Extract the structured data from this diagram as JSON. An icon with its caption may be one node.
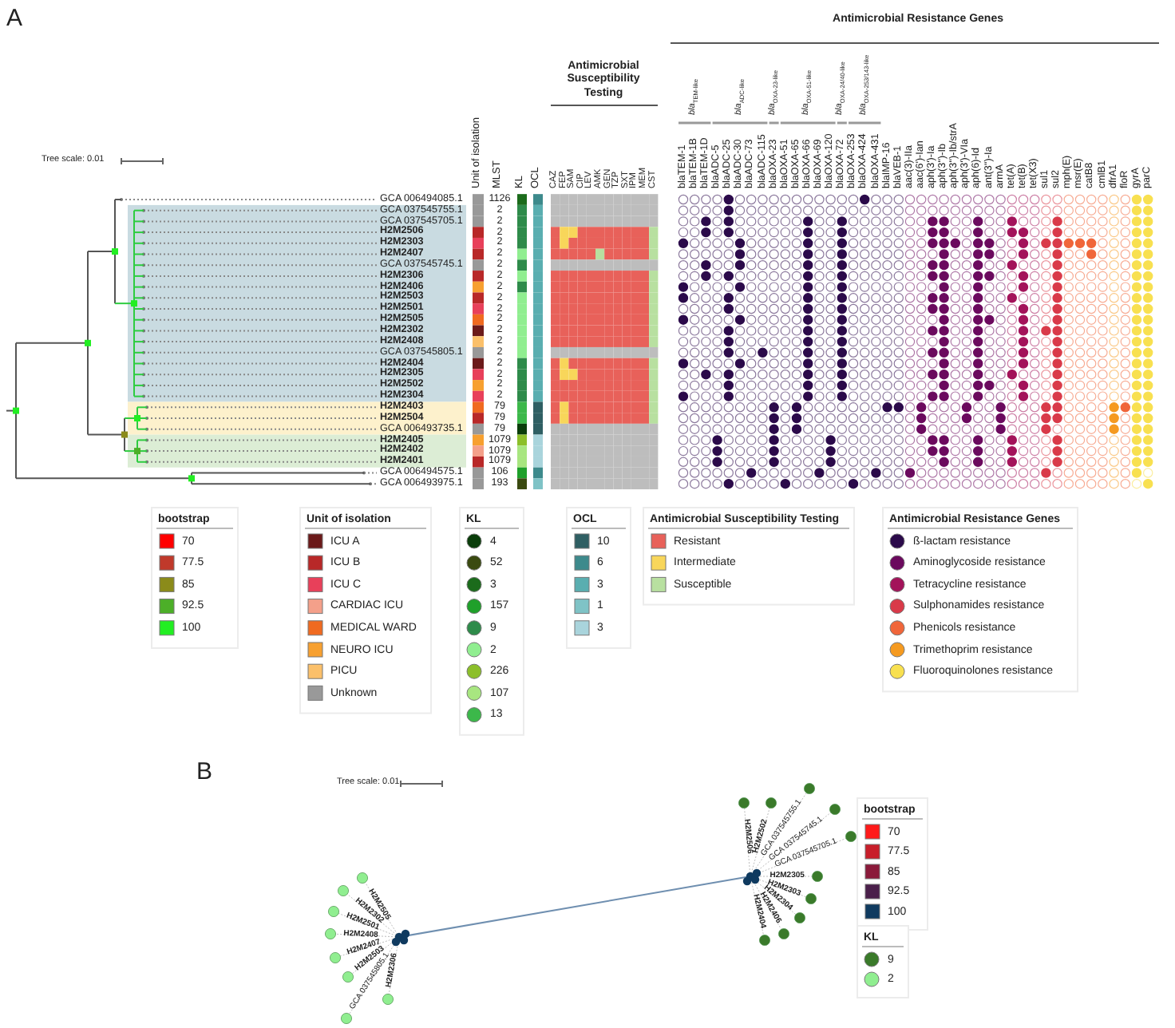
{
  "diagram": {
    "labels": [
      "A",
      "Tree scale: 0.01",
      "Antimicrobial Resistance Genes",
      "*bla*$_{TEM-like}$",
      "*bla*$_{ADC-like}$",
      "*bla*$_{OXA-23-like}$",
      "*bla*$_{OXA-51-like}$",
      "*bla*$_{OXA-24/40-like}$",
      "*bla*$_{OXA-253/143-like}$",
      "Antimicrobial Susceptibility Testing",
      "Unit of isolation",
      "MLST",
      "KL",
      "OCL",
      "CAZ",
      "FEP",
      "SAM",
      "CIP",
      "LEV",
      "AMK",
      "GEN",
      "TZP",
      "SXT",
      "IPM",
      "MEM",
      "CST",
      "blaTEM-1",
      "blaTEM-1B",
      "blaTEM-1D",
      "blaADC-5",
      "blaADC-25",
      "blaADC-30",
      "blaADC-73",
      "blaADC-115",
      "blaOXA-23",
      "blaOXA-51",
      "blaOXA-65",
      "blaOXA-66",
      "blaOXA-69",
      "blaOXA-120",
      "blaOXA-72",
      "blaOXA-253",
      "blaOXA-424",
      "blaOXA-431",
      "blaIMP-16",
      "blaVEB-1",
      "aac(3)-IIa",
      "aac(6')-Ian",
      "aph(3')-Ia",
      "aph(3'')-Ib",
      "aph(3'')-Ib/strA",
      "aph(3')-VIa",
      "aph(6)-Id",
      "ant(3'')-Ia",
      "armA",
      "tet(A)",
      "tet(B)",
      "tet(X3)",
      "sul1",
      "sul2",
      "mph(E)",
      "msr(E)",
      "catB8",
      "cmlB1",
      "dfrA1",
      "floR",
      "gyrA",
      "parC",
      "GCA 006494085.1",
      "1126",
      "GCA 037545755.1",
      "2",
      "GCA 037545705.1",
      "2",
      "H2M2506",
      "2",
      "H2M2303",
      "2",
      "H2M2407",
      "2",
      "GCA 037545745.1",
      "2",
      "H2M2306",
      "2",
      "H2M2406",
      "2",
      "H2M2503",
      "2",
      "H2M2501",
      "2",
      "H2M2505",
      "2",
      "H2M2302",
      "2",
      "H2M2408",
      "2",
      "GCA 037545805.1",
      "2",
      "H2M2404",
      "2",
      "H2M2305",
      "2",
      "H2M2502",
      "2",
      "H2M2304",
      "2",
      "H2M2403",
      "79",
      "H2M2504",
      "79",
      "GCA 006493735.1",
      "79",
      "H2M2405",
      "1079",
      "H2M2402",
      "1079",
      "H2M2401",
      "1079",
      "GCA 006494575.1",
      "106",
      "GCA 006493975.1",
      "193",
      "bootstrap",
      "Unit of isolation",
      "KL",
      "OCL",
      "Antimicrobial Susceptibility Testing",
      "Antimicrobial Resistance Genes",
      "B",
      "Tree scale: 0.01",
      "H2M2505",
      "H2M2302",
      "H2M2501",
      "H2M2408",
      "H2M2407",
      "H2M2503",
      "GCA 037545805.1",
      "H2M2306",
      "H2M2506",
      "H2M2502",
      "GCA 037545755.1",
      "GCA 037545745.1",
      "GCA 037545705.1",
      "H2M2305",
      "H2M2303",
      "H2M2304",
      "H2M2406",
      "H2M2404",
      "bootstrap",
      "KL"
    ],
    "legend": [
      {
        "text": "70",
        "color": "#ff0000"
      },
      {
        "text": "77.5",
        "color": "#c0392b"
      },
      {
        "text": "85",
        "color": "#8b8b1a"
      },
      {
        "text": "92.5",
        "color": "#4caf28"
      },
      {
        "text": "100",
        "color": "#22ee22"
      },
      {
        "text": "ICU A",
        "color": "#6b1a1a"
      },
      {
        "text": "ICU B",
        "color": "#b82828"
      },
      {
        "text": "ICU C",
        "color": "#e8405a"
      },
      {
        "text": "CARDIAC ICU",
        "color": "#f4a08a"
      },
      {
        "text": "MEDICAL WARD",
        "color": "#f06a20"
      },
      {
        "text": "NEURO ICU",
        "color": "#f7a030"
      },
      {
        "text": "PICU",
        "color": "#fbc06a"
      },
      {
        "text": "Unknown",
        "color": "#999999"
      },
      {
        "text": "4",
        "color": "#0a3d0a"
      },
      {
        "text": "52",
        "color": "#3a4a10"
      },
      {
        "text": "3",
        "color": "#1b6b1b"
      },
      {
        "text": "157",
        "color": "#1fa02a"
      },
      {
        "text": "9",
        "color": "#2e8b4a"
      },
      {
        "text": "2",
        "color": "#90ee90"
      },
      {
        "text": "226",
        "color": "#8cbf2a"
      },
      {
        "text": "107",
        "color": "#a8e680"
      },
      {
        "text": "13",
        "color": "#3cb84a"
      },
      {
        "text": "10",
        "color": "#2f5f63"
      },
      {
        "text": "6",
        "color": "#3d8a8c"
      },
      {
        "text": "3",
        "color": "#5aaeb0"
      },
      {
        "text": "1",
        "color": "#7fc3c6"
      },
      {
        "text": "3",
        "color": "#a9d4dc"
      },
      {
        "text": "Resistant",
        "color": "#e8615a"
      },
      {
        "text": "Intermediate",
        "color": "#f8d65a"
      },
      {
        "text": "Susceptible",
        "color": "#b8e0a0"
      },
      {
        "text": "ß-lactam resistance",
        "color": "#2b0a4a"
      },
      {
        "text": "Aminoglycoside resistance",
        "color": "#6b0a5e"
      },
      {
        "text": "Tetracycline resistance",
        "color": "#a3135a"
      },
      {
        "text": "Sulphonamides resistance",
        "color": "#d93a49"
      },
      {
        "text": "Phenicols resistance",
        "color": "#f0663a"
      },
      {
        "text": "Trimethoprim resistance",
        "color": "#f59a20"
      },
      {
        "text": "Fluoroquinolones resistance",
        "color": "#f8e050"
      },
      {
        "text": "70",
        "color": "#ff1a1a"
      },
      {
        "text": "77.5",
        "color": "#c81e2a"
      },
      {
        "text": "85",
        "color": "#8b1a3a"
      },
      {
        "text": "92.5",
        "color": "#4a1f4a"
      },
      {
        "text": "100",
        "color": "#0f3a5f"
      },
      {
        "text": "9",
        "color": "#3a7a2a"
      },
      {
        "text": "2",
        "color": "#90ee90"
      }
    ]
  }
}
